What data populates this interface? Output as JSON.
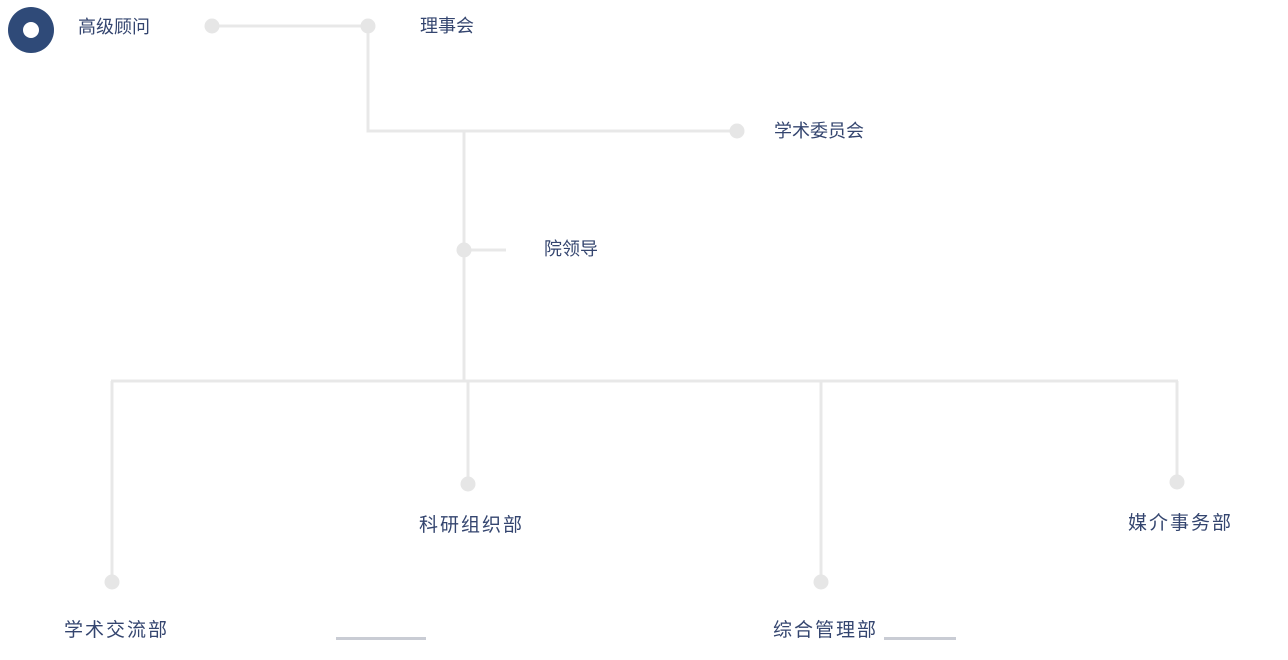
{
  "nodes": {
    "senior_advisors": "高级顾问",
    "board": "理事会",
    "academic_committee": "学术委员会",
    "leadership": "院领导",
    "research_org": "科研组织部",
    "media_affairs": "媒介事务部",
    "academic_exchange": "学术交流部",
    "general_management": "综合管理部"
  },
  "colors": {
    "line": "#e8e8e8",
    "dot": "#e6e6e6",
    "label": "#34456f",
    "active": "#2f4a78"
  }
}
